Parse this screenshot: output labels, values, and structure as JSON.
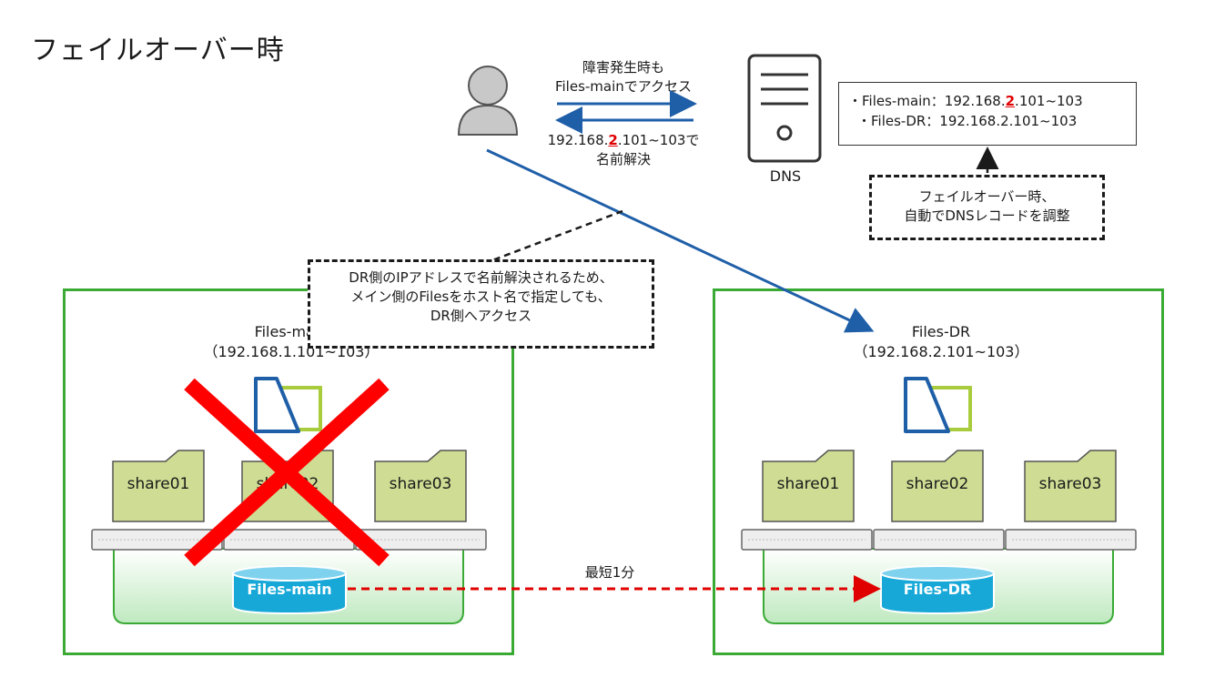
{
  "title": "フェイルオーバー時",
  "user_flow": {
    "request_line1": "障害発生時も",
    "request_line2": "Files-mainでアクセス",
    "response_prefix": "192.168.",
    "response_red": "2",
    "response_suffix": ".101~103で",
    "response_line2": "名前解決"
  },
  "dns": {
    "label": "DNS",
    "record1_prefix": "・Files-main：192.168.",
    "record1_red": "2",
    "record1_suffix": ".101~103",
    "record2": "・Files-DR：192.168.2.101~103",
    "note_line1": "フェイルオーバー時、",
    "note_line2": "自動でDNSレコードを調整"
  },
  "callout": {
    "line1": "DR側のIPアドレスで名前解決されるため、",
    "line2": "メイン側のFilesをホスト名で指定しても、",
    "line3": "DR側へアクセス"
  },
  "main_site": {
    "name": "Files-main",
    "ip": "（192.168.1.101~103）",
    "shares": [
      "share01",
      "share02",
      "share03"
    ],
    "db_label": "Files-main"
  },
  "dr_site": {
    "name": "Files-DR",
    "ip": "（192.168.2.101~103）",
    "shares": [
      "share01",
      "share02",
      "share03"
    ],
    "db_label": "Files-DR"
  },
  "replication": {
    "label": "最短1分"
  },
  "colors": {
    "site_border": "#3aaa35",
    "folder": "#cfdc93",
    "arrow_blue": "#1f5fa8",
    "db": "#17a8d8",
    "cross": "#ff0000",
    "replication": "#e00000"
  }
}
